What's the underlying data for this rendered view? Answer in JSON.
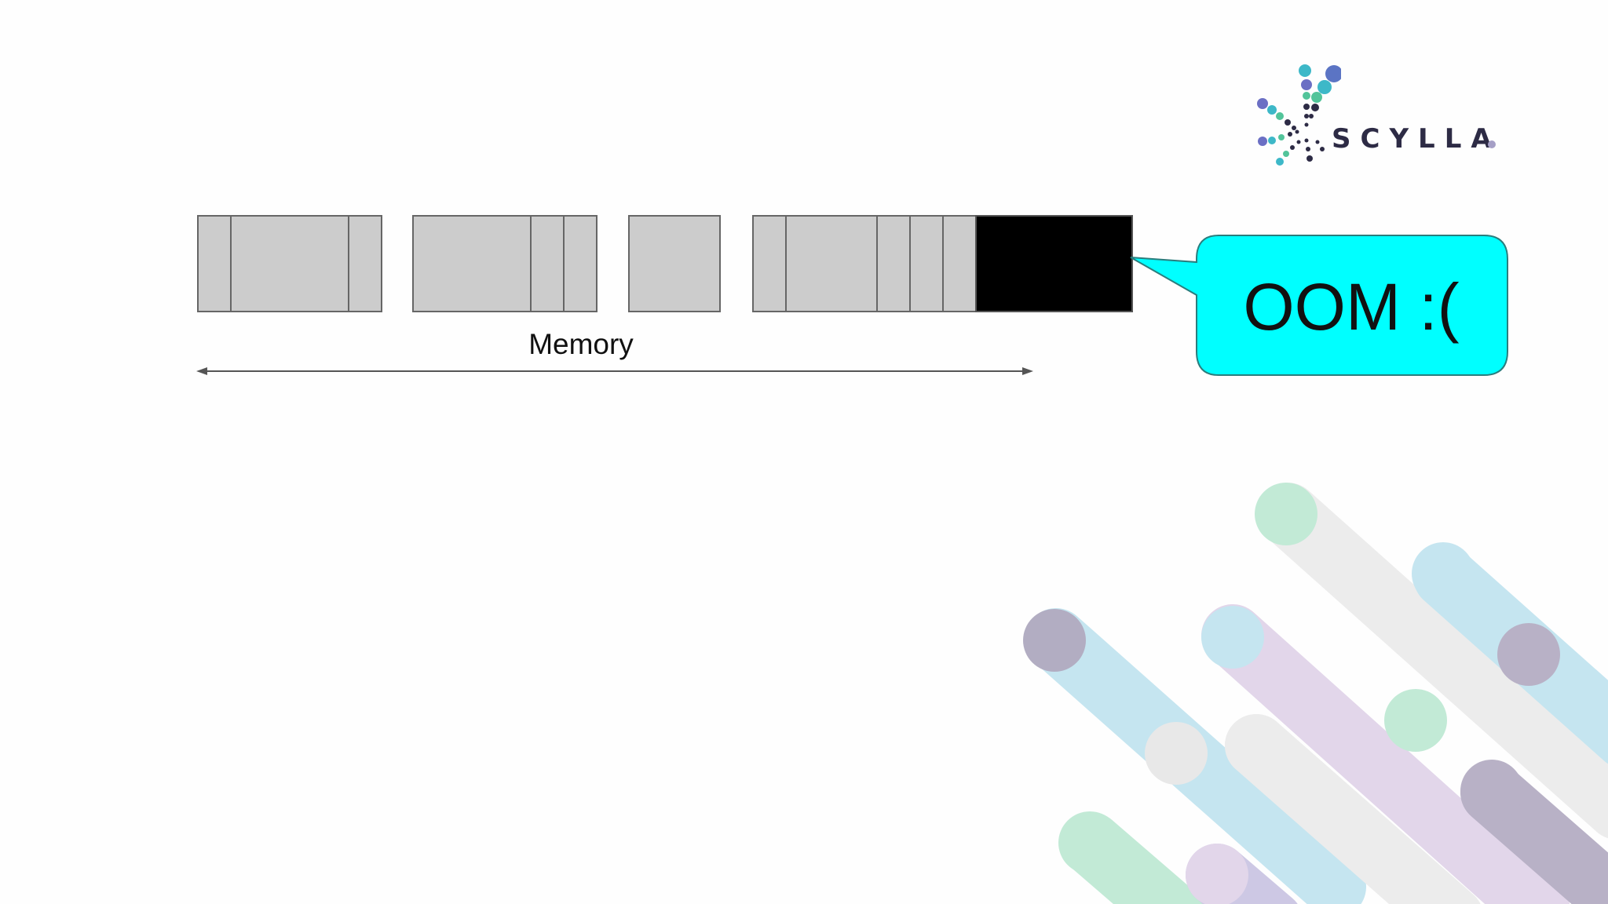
{
  "diagram": {
    "memory_label": "Memory",
    "callout_text": "OOM :("
  },
  "logo": {
    "wordmark": "SCYLLA"
  },
  "colors": {
    "block_fill": "#cccccc",
    "block_border": "#666666",
    "failed_block_fill": "#000000",
    "callout_fill": "#00ffff",
    "logo_text": "#2d2b45",
    "arrow": "#555555"
  },
  "icons": [
    "scylla-logo-icon",
    "double-arrow-icon"
  ]
}
